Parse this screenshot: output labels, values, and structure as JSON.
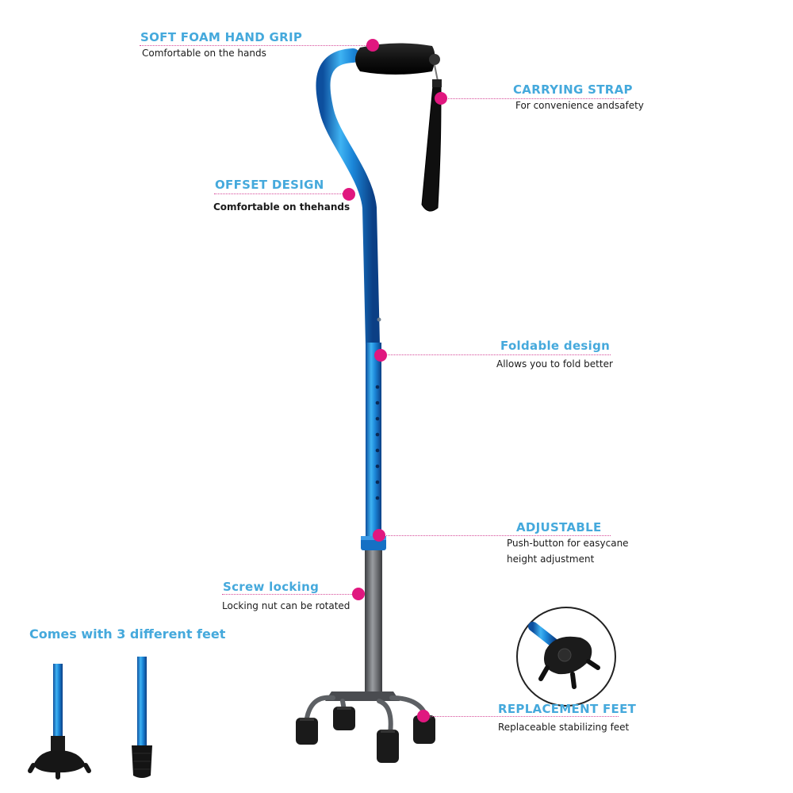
{
  "features": {
    "grip": {
      "title": "SOFT FOAM HAND GRIP",
      "subtitle": "Comfortable on the hands"
    },
    "strap": {
      "title": "CARRYING STRAP",
      "subtitle": "For convenience andsafety"
    },
    "offset": {
      "title": "OFFSET DESIGN",
      "subtitle": "Comfortable on thehands"
    },
    "foldable": {
      "title": "Foldable design",
      "subtitle": "Allows you to fold better"
    },
    "adjustable": {
      "title": "ADJUSTABLE",
      "subtitle_line1": "Push-button for easycane",
      "subtitle_line2": "height adjustment"
    },
    "screw": {
      "title": "Screw locking",
      "subtitle": "Locking nut can be rotated"
    },
    "feet": {
      "title": "REPLACEMENT FEET",
      "subtitle": "Replaceable stabilizing feet"
    }
  },
  "feet_options": {
    "heading": "Comes with 3 different feet"
  },
  "colors": {
    "title": "#45a9dc",
    "marker": "#e0177f",
    "cane_blue": "#1f86d6",
    "base_gray": "#6c6f73",
    "rubber": "#1a1a1a"
  },
  "icons": [
    "cane-image",
    "detail-foot-image",
    "tripod-foot-image",
    "tip-foot-image"
  ]
}
